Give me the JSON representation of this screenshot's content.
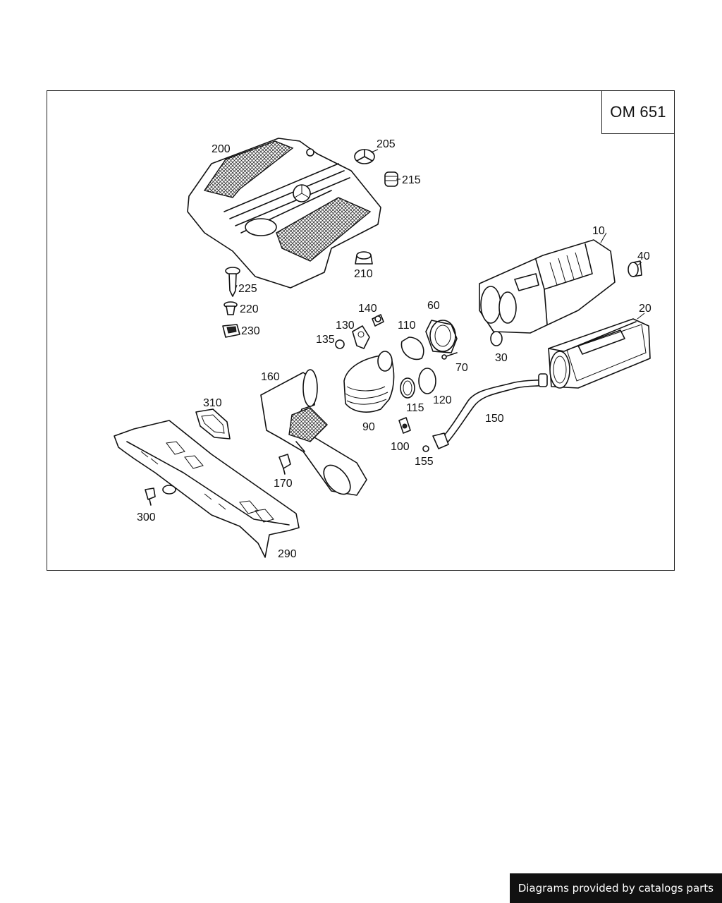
{
  "diagram": {
    "engine_code": "OM 651",
    "part_labels": [
      "10",
      "20",
      "30",
      "40",
      "60",
      "70",
      "90",
      "100",
      "110",
      "115",
      "120",
      "130",
      "135",
      "140",
      "150",
      "155",
      "160",
      "170",
      "200",
      "205",
      "210",
      "215",
      "220",
      "225",
      "230",
      "290",
      "300",
      "310"
    ]
  },
  "footer": {
    "credit": "Diagrams provided by catalogs parts"
  }
}
